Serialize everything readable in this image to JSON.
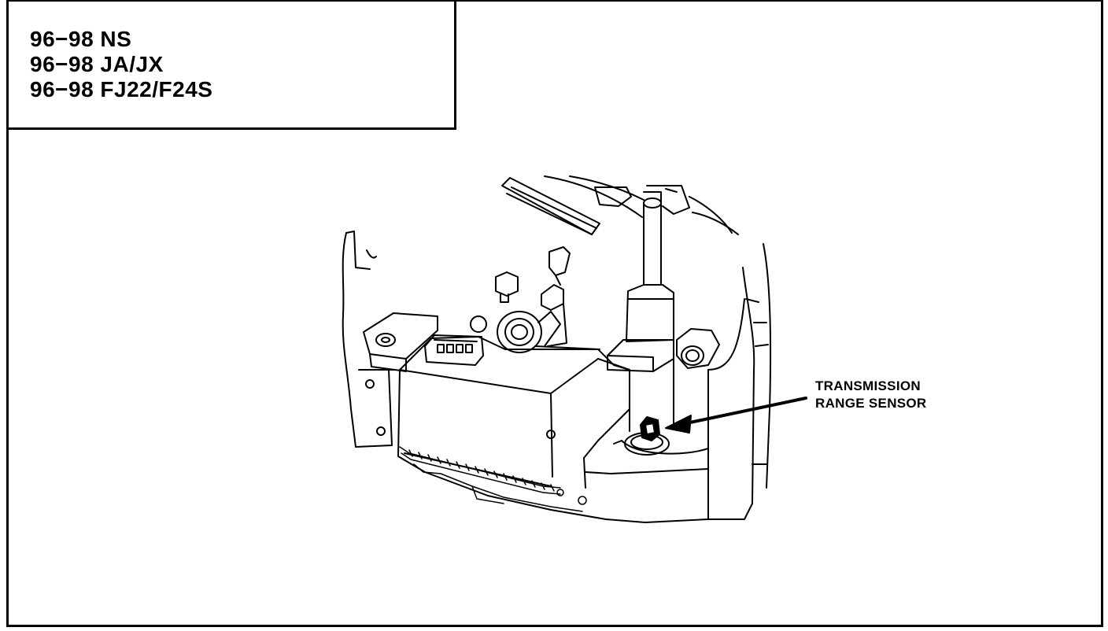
{
  "models": [
    "96−98 NS",
    "96−98 JA/JX",
    "96−98 FJ22/F24S"
  ],
  "callout": {
    "line1": "TRANSMISSION",
    "line2": "RANGE SENSOR"
  }
}
